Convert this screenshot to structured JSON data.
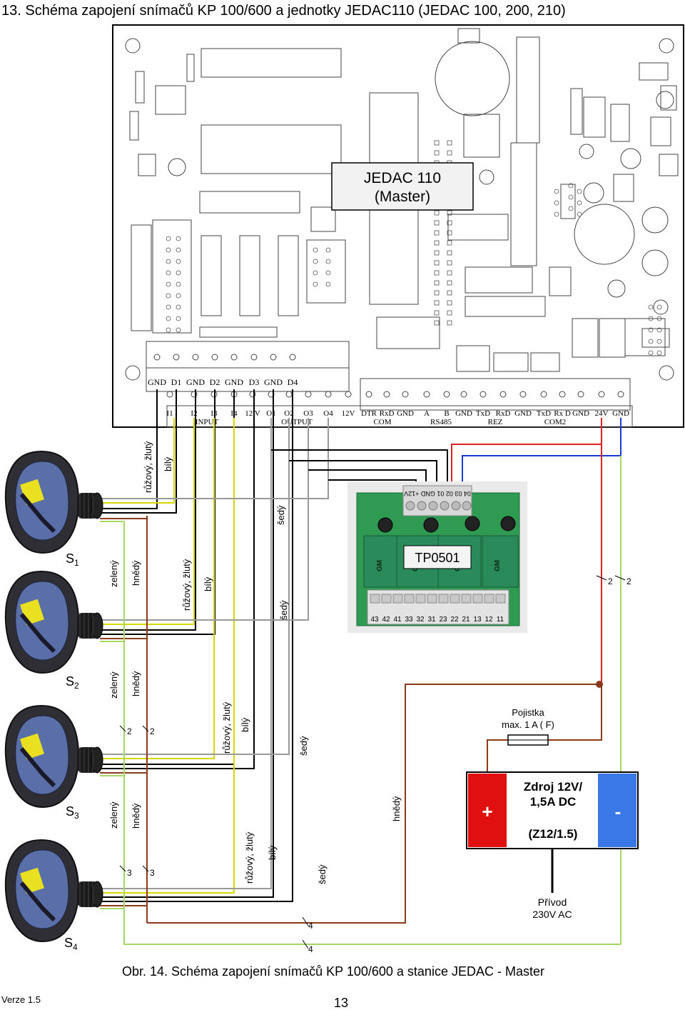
{
  "page": {
    "heading": "13. Schéma zapojení snímačů KP 100/600 a jednotky JEDAC110 (JEDAC 100, 200, 210)",
    "caption": "Obr. 14. Schéma zapojení snímačů KP 100/600 a stanice JEDAC - Master",
    "version": "Verze 1.5",
    "page_number": "13"
  },
  "board": {
    "title_line1": "JEDAC 110",
    "title_line2": "(Master)",
    "upper_pins": [
      "GND",
      "D1",
      "GND",
      "D2",
      "GND",
      "D3",
      "GND",
      "D4"
    ],
    "lower_pins": [
      "I1",
      "I2",
      "I3",
      "I4",
      "12 V",
      "O1",
      "O2",
      "O3",
      "O4",
      "12V",
      "DTR",
      "RxD",
      "GND",
      "A",
      "B",
      "GND",
      "TxD",
      "RxD",
      "GND",
      "TxD",
      "Rx D",
      "GND",
      "24V",
      "GND"
    ],
    "groups": [
      "INPUT",
      "OUTPUT",
      "COM",
      "RS485",
      "REZ",
      "COM2"
    ]
  },
  "module": {
    "label": "TP0501",
    "top_pins": "04 03 02 01 GND +12V",
    "bottom_pins": [
      "43",
      "42",
      "41",
      "33",
      "32",
      "31",
      "23",
      "22",
      "21",
      "13",
      "12",
      "11"
    ],
    "relay_text": "GM"
  },
  "sensors": [
    {
      "label": "S",
      "sub": "1"
    },
    {
      "label": "S",
      "sub": "2"
    },
    {
      "label": "S",
      "sub": "3"
    },
    {
      "label": "S",
      "sub": "4"
    }
  ],
  "wire_labels": {
    "r1": [
      "růžový, žlutý",
      "bílý",
      "šedý"
    ],
    "r2": [
      "zelený",
      "hnědý",
      "růžový, žlutý",
      "bílý",
      "šedý"
    ],
    "r3": [
      "zelený",
      "hnědý",
      "růžový, žlutý",
      "bílý",
      "šedý"
    ],
    "r4": [
      "zelený",
      "hnědý",
      "růžový, žlutý",
      "bílý",
      "šedý",
      "hnědý"
    ]
  },
  "wire_counts": {
    "pair2": "2",
    "pair3": "3",
    "pair4": "4",
    "right2": "2"
  },
  "fuse": {
    "line1": "Pojistka",
    "line2": "max. 1 A ( F)"
  },
  "psu": {
    "line1": "Zdroj 12V/",
    "line2": "1,5A DC",
    "line3": "(Z12/1.5)",
    "plus": "+",
    "minus": "-"
  },
  "mains": {
    "line1": "Přívod",
    "line2": "230V AC"
  },
  "colors": {
    "brown": "#8b3a1c",
    "yellow": "#d8d800",
    "green": "#a4d860",
    "red": "#e02020",
    "blue": "#1a3ad0",
    "psu_red": "#e01010",
    "psu_blue": "#3a78e8",
    "gray": "#888888"
  }
}
